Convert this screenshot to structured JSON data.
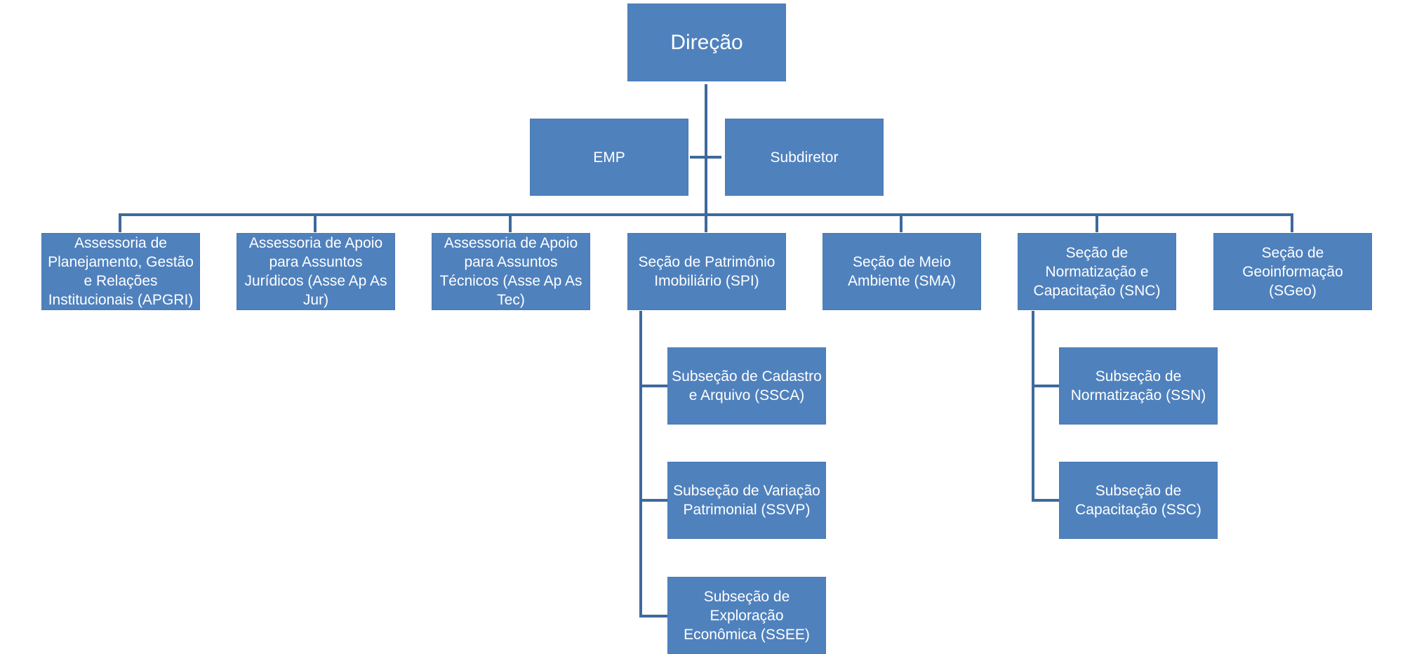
{
  "colors": {
    "box_fill": "#4f81bd",
    "connector": "#3e6a9d",
    "text": "#ffffff"
  },
  "org": {
    "top": "Direção",
    "assistants": {
      "emp": "EMP",
      "subdiretor": "Subdiretor"
    },
    "level2": {
      "apgri": "Assessoria de\nPlanejamento, Gestão\ne Relações\nInstitucionais (APGRI)",
      "asse_ap_as_jur": "Assessoria de Apoio\npara Assuntos\nJurídicos (Asse Ap As\nJur)",
      "asse_ap_as_tec": "Assessoria de Apoio\npara Assuntos\nTécnicos (Asse Ap As\nTec)",
      "spi": "Seção de Patrimônio\nImobiliário (SPI)",
      "sma": "Seção de Meio\nAmbiente (SMA)",
      "snc": "Seção de\nNormatização e\nCapacitação (SNC)",
      "sgeo": "Seção de\nGeoinformação\n(SGeo)"
    },
    "spi_children": {
      "ssca": "Subseção de Cadastro\ne Arquivo (SSCA)",
      "ssvp": "Subseção de Variação\nPatrimonial (SSVP)",
      "ssee": "Subseção de\nExploração\nEconômica (SSEE)"
    },
    "snc_children": {
      "ssn": "Subseção de\nNormatização (SSN)",
      "ssc": "Subseção de\nCapacitação (SSC)"
    }
  }
}
